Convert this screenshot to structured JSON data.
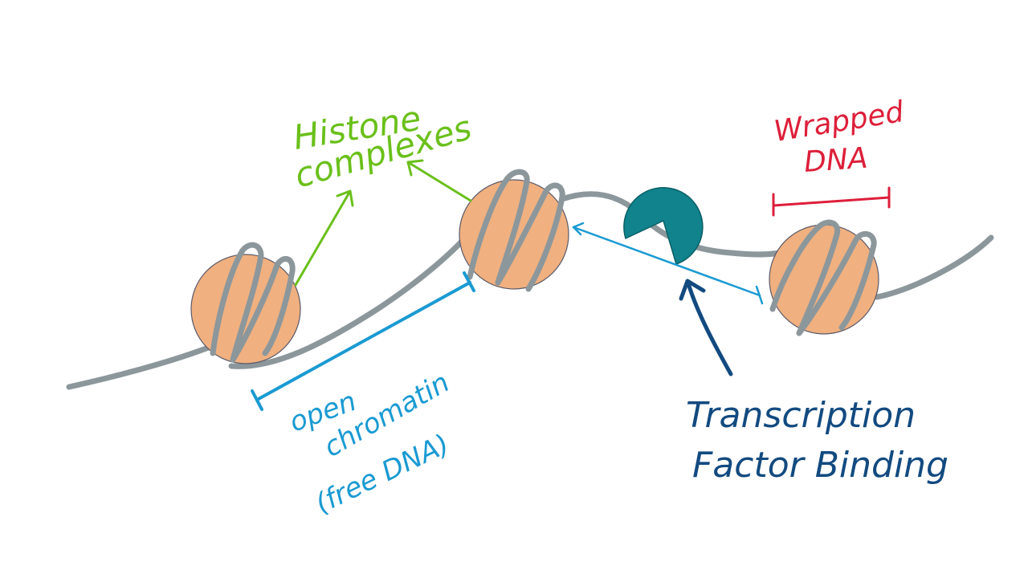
{
  "labels": {
    "histone_line1": "Histone",
    "histone_line2": "complexes",
    "wrapped_line1": "Wrapped",
    "wrapped_line2": "DNA",
    "open_line1": "open",
    "open_line2": "chromatin",
    "open_line3": "(free DNA)",
    "tf_line1": "Transcription",
    "tf_line2": "Factor Binding"
  },
  "colors": {
    "dna": "#8c979c",
    "histone_fill": "#f0b07f",
    "histone_stroke": "#5a5a6a",
    "histone_label": "#6ac01a",
    "wrapped_label": "#dd1f3a",
    "open_label": "#1a9ad2",
    "tf_label": "#124a80",
    "tf_protein": "#10838d"
  },
  "icons": {
    "transcription_factor": "pacman-shape"
  }
}
